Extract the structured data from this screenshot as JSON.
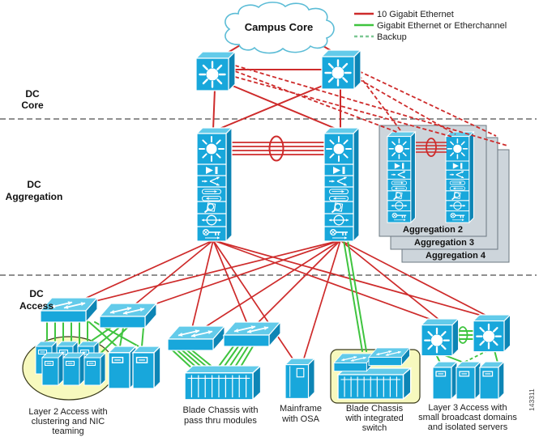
{
  "legend": {
    "items": [
      {
        "label": "10 Gigabit Ethernet",
        "style": "solid",
        "color": "#CE2B2B"
      },
      {
        "label": "Gigabit Ethernet or Etherchannel",
        "style": "solid",
        "color": "#3FC43F"
      },
      {
        "label": "Backup",
        "style": "dashed",
        "color": "#7CC793"
      }
    ]
  },
  "cloud_label": "Campus Core",
  "layer_labels": {
    "core": [
      "DC",
      "Core"
    ],
    "aggregation": [
      "DC",
      "Aggregation"
    ],
    "access": [
      "DC",
      "Access"
    ]
  },
  "aggregation_panels": [
    {
      "label": "Aggregation 2"
    },
    {
      "label": "Aggregation 3"
    },
    {
      "label": "Aggregation 4"
    }
  ],
  "captions": {
    "layer2_access": [
      "Layer 2 Access with",
      "clustering and NIC",
      "teaming"
    ],
    "blade_passthru": [
      "Blade Chassis with",
      "pass thru modules"
    ],
    "mainframe": [
      "Mainframe",
      "with OSA"
    ],
    "blade_integrated": [
      "Blade Chassis",
      "with integrated",
      "switch"
    ],
    "layer3_access": [
      "Layer 3 Access with",
      "small broadcast domains",
      "and isolated servers"
    ]
  },
  "figure_number": "143311",
  "colors": {
    "device_front": "#18A7DB",
    "device_top": "#63CBEA",
    "device_side": "#0D85B5",
    "link_10g": "#CE2B2B",
    "link_1g": "#3FC43F",
    "backup_green": "#7CC793",
    "panel_fill": "#CDD5DB",
    "highlight_fill": "#F7F9BE",
    "cloud_stroke": "#5BBCD6"
  }
}
